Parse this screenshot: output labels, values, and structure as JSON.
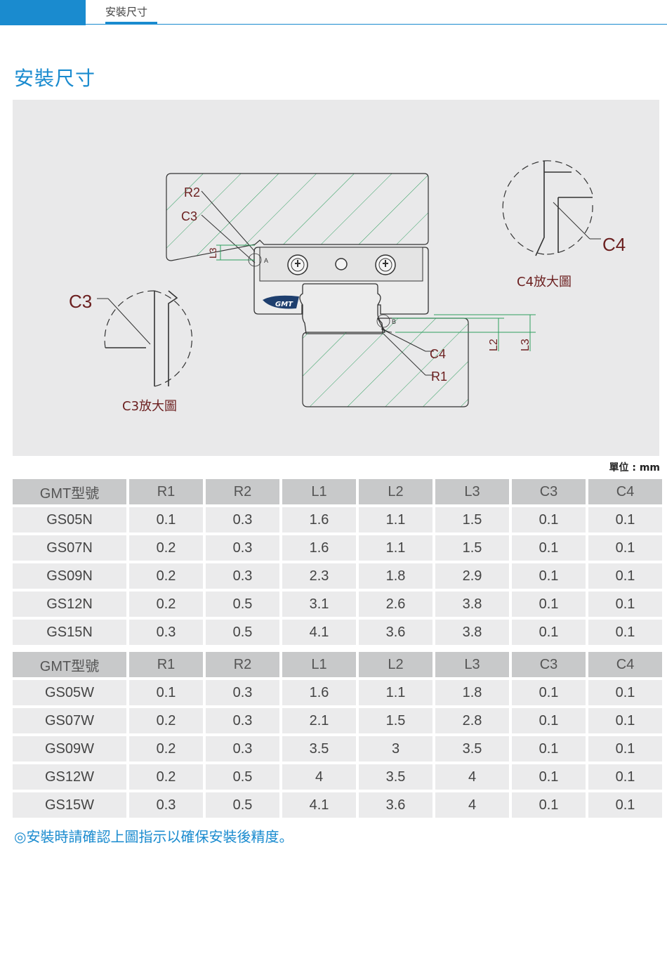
{
  "header": {
    "tab_label": "安裝尺寸"
  },
  "page_title": "安裝尺寸",
  "figure": {
    "labels": {
      "r2": "R2",
      "c3_top": "C3",
      "l3_left": "L3",
      "point_a": "A",
      "point_b": "B",
      "logo": "GMT",
      "c3_big": "C3",
      "c3_caption": "C3放大圖",
      "c4_big": "C4",
      "c4_caption": "C4放大圖",
      "c4_bottom": "C4",
      "r1_bottom": "R1",
      "l2_right": "L2",
      "l3_right": "L3"
    }
  },
  "unit_label": "單位 : mm",
  "tables": [
    {
      "headers": [
        "GMT型號",
        "R1",
        "R2",
        "L1",
        "L2",
        "L3",
        "C3",
        "C4"
      ],
      "rows": [
        [
          "GS05N",
          "0.1",
          "0.3",
          "1.6",
          "1.1",
          "1.5",
          "0.1",
          "0.1"
        ],
        [
          "GS07N",
          "0.2",
          "0.3",
          "1.6",
          "1.1",
          "1.5",
          "0.1",
          "0.1"
        ],
        [
          "GS09N",
          "0.2",
          "0.3",
          "2.3",
          "1.8",
          "2.9",
          "0.1",
          "0.1"
        ],
        [
          "GS12N",
          "0.2",
          "0.5",
          "3.1",
          "2.6",
          "3.8",
          "0.1",
          "0.1"
        ],
        [
          "GS15N",
          "0.3",
          "0.5",
          "4.1",
          "3.6",
          "3.8",
          "0.1",
          "0.1"
        ]
      ]
    },
    {
      "headers": [
        "GMT型號",
        "R1",
        "R2",
        "L1",
        "L2",
        "L3",
        "C3",
        "C4"
      ],
      "rows": [
        [
          "GS05W",
          "0.1",
          "0.3",
          "1.6",
          "1.1",
          "1.8",
          "0.1",
          "0.1"
        ],
        [
          "GS07W",
          "0.2",
          "0.3",
          "2.1",
          "1.5",
          "2.8",
          "0.1",
          "0.1"
        ],
        [
          "GS09W",
          "0.2",
          "0.3",
          "3.5",
          "3",
          "3.5",
          "0.1",
          "0.1"
        ],
        [
          "GS12W",
          "0.2",
          "0.5",
          "4",
          "3.5",
          "4",
          "0.1",
          "0.1"
        ],
        [
          "GS15W",
          "0.3",
          "0.5",
          "4.1",
          "3.6",
          "4",
          "0.1",
          "0.1"
        ]
      ]
    }
  ],
  "note": "◎安裝時請確認上圖指示以確保安裝後精度。",
  "colors": {
    "accent": "#1a8bcf",
    "hatch": "#2e9e5e",
    "dim_red": "#6b1f1f"
  }
}
